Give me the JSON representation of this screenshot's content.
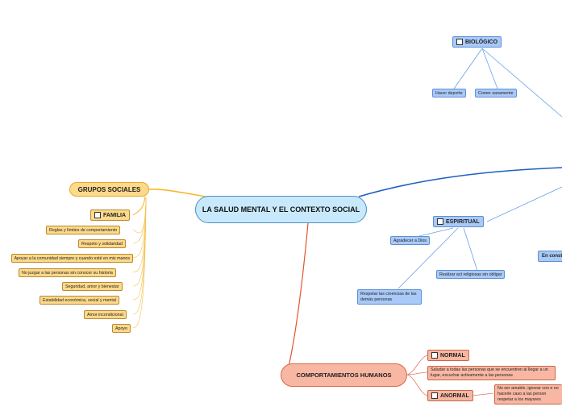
{
  "central": "LA SALUD MENTAL Y EL CONTEXTO SOCIAL",
  "grupos_sociales": {
    "label": "GRUPOS SOCIALES",
    "familia": "FAMILIA",
    "items": [
      "Reglas y límites de comportamiento",
      "Respeto y solidaridad",
      "Apoyar a la comunidad siempre y cuando esté en mis manos",
      "No juzgar a las personas sin conocer su historia",
      "Seguridad, amor y bienestar",
      "Estabilidad económica, social y mental",
      "Amor incondicional",
      "Apoyo"
    ]
  },
  "biologico": {
    "label": "BIOLÓGICO",
    "items": [
      "Hacer deporte",
      "Comer sanamente"
    ]
  },
  "espiritual": {
    "label": "ESPIRITUAL",
    "items": [
      "Agradecer a Dios",
      "Realizar act religiosas sin obligar",
      "Respetar las creencias de las demás personas"
    ]
  },
  "en_constante": "En const",
  "comportamientos": {
    "label": "COMPORTAMIENTOS HUMANOS",
    "normal": "NORMAL",
    "normal_item": "Saludar a todas las personas que se encuentren al llegar a un lugar, escuchar activamente a las personas",
    "anormal": "ANORMAL",
    "anormal_item": "No ser amable, ignorar con e no hacerle caso a las person respetar a los mayores"
  },
  "colors": {
    "yellow_branch": "#f5b41e",
    "blue_branch": "#1f5fbf",
    "red_branch": "#e0552b"
  }
}
